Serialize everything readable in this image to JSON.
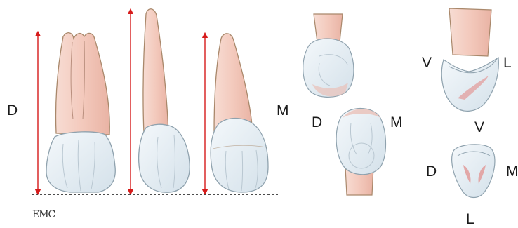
{
  "labels": {
    "left_panel": {
      "distal": "D",
      "mesial": "M"
    },
    "occlusal_views": {
      "distal": "D",
      "mesial": "M"
    },
    "cross_section_top": {
      "vestibular": "V",
      "lingual": "L"
    },
    "cross_section_bottom": {
      "vestibular": "V",
      "distal": "D",
      "mesial": "M",
      "lingual": "L"
    }
  },
  "logo": {
    "text": "EMC"
  },
  "colors": {
    "root": "#f4cfc4",
    "root_outline": "#a9886b",
    "crown": "#e6eef4",
    "crown_outline": "#8fa2ae",
    "measure_arrow": "#d61b1b",
    "pulp": "#e2a7a7"
  }
}
